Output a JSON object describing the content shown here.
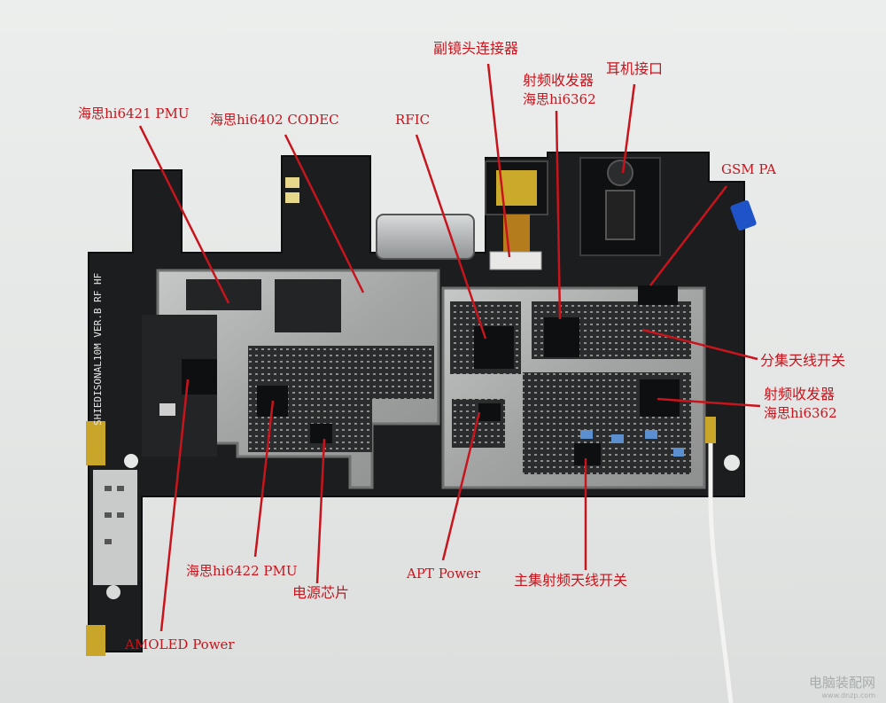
{
  "labels": {
    "sub_camera_connector": "副镜头连接器",
    "rf_transceiver_top_1": "射频收发器",
    "rf_transceiver_top_2": "海思hi6362",
    "headphone_jack": "耳机接口",
    "pmu_hi6421": "海思hi6421 PMU",
    "codec_hi6402": "海思hi6402 CODEC",
    "rfic": "RFIC",
    "gsm_pa": "GSM PA",
    "diversity_antenna_switch": "分集天线开关",
    "rf_transceiver_right_1": "射频收发器",
    "rf_transceiver_right_2": "海思hi6362",
    "pmu_hi6422": "海思hi6422 PMU",
    "power_chip": "电源芯片",
    "apt_power": "APT Power",
    "main_rf_antenna_switch": "主集射频天线开关",
    "amoled_power": "AMOLED Power"
  },
  "board_silkscreen": "SHIEDISONAL10M VER.B RF HF",
  "watermark": {
    "title": "电脑装配网",
    "url": "www.dnzp.com"
  },
  "colors": {
    "label": "#c8141c",
    "pcb": "#1b1d1e",
    "shield": "#a7a9a8",
    "background": "#e6e8e7"
  }
}
